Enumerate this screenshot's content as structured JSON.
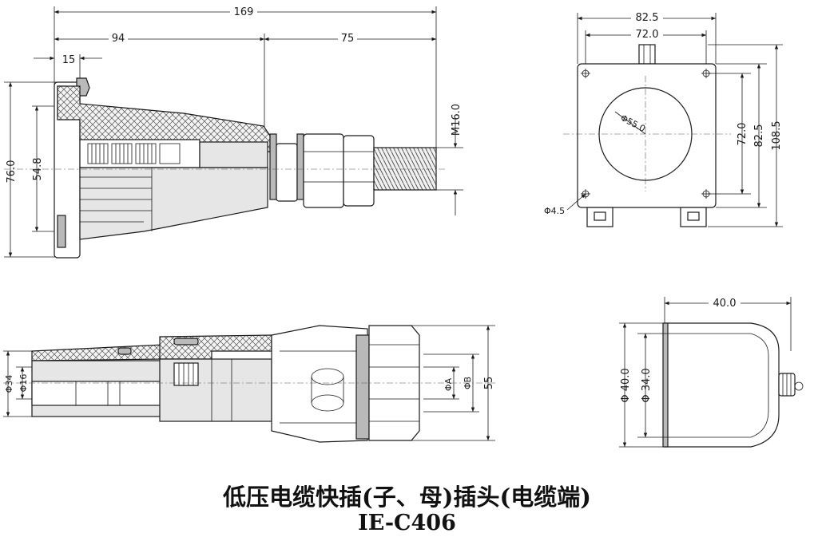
{
  "title": "低压电缆快插(子、母)插头(电缆端)",
  "model": "IE-C406",
  "side_view": {
    "dims": {
      "overall_length": "169",
      "body_length": "94",
      "cable_length": "75",
      "flange_thickness": "15",
      "height": "76.0",
      "inner_height": "54.8",
      "thread": "M16.0"
    }
  },
  "front_view": {
    "dims": {
      "outer_width": "82.5",
      "hole_spacing": "72.0",
      "circle_dia": "Φ55.0",
      "hole_spacing_v": "72.0",
      "outer_height_v": "82.5",
      "total_height": "108.5",
      "hole_dia": "Φ4.5"
    }
  },
  "section_view": {
    "dims": {
      "dia_34": "Φ34",
      "dia_16": "Φ16",
      "dia_a": "ΦA",
      "dia_b": "ΦB",
      "height_55": "55"
    }
  },
  "cap_view": {
    "dims": {
      "length": "40.0",
      "outer_dia": "Φ 40.0",
      "inner_dia": "Φ 34.0"
    }
  }
}
